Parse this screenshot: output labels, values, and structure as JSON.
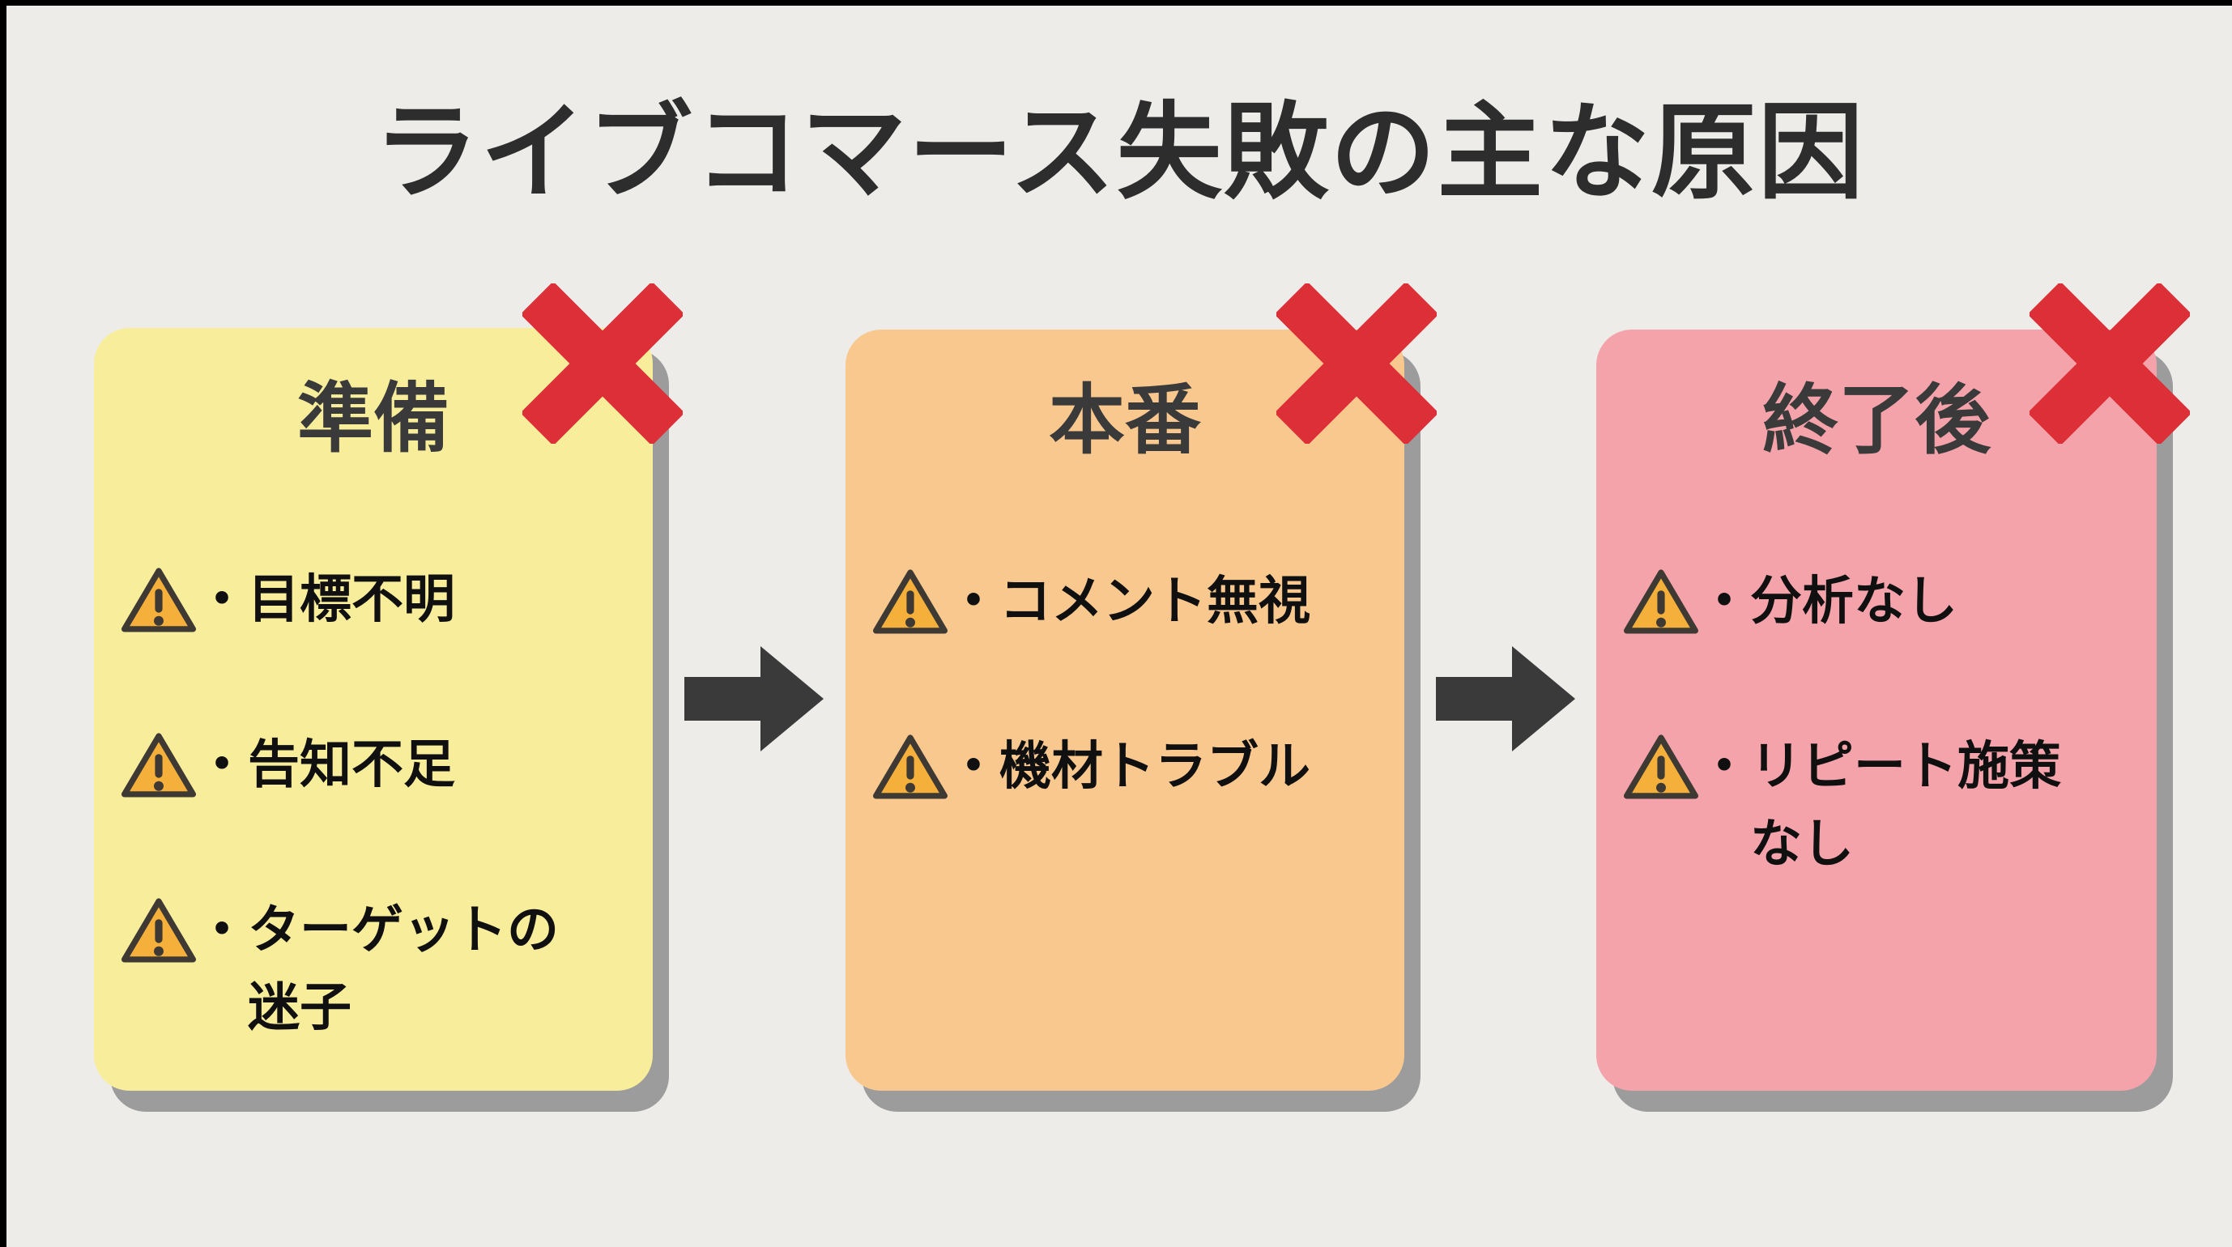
{
  "title": "ライブコマース失敗の主な原因",
  "cards": [
    {
      "title": "準備",
      "bg": "#F8ED9B",
      "items": [
        {
          "label": "・目標不明"
        },
        {
          "label": "・告知不足"
        },
        {
          "label": "・ターゲットの\n迷子"
        }
      ]
    },
    {
      "title": "本番",
      "bg": "#F9C88F",
      "items": [
        {
          "label": "・コメント無視"
        },
        {
          "label": "・機材トラブル"
        }
      ]
    },
    {
      "title": "終了後",
      "bg": "#F5A3AB",
      "items": [
        {
          "label": "・分析なし"
        },
        {
          "label": "・リピート施策\nなし"
        }
      ]
    }
  ],
  "icons": {
    "warning": "warning-triangle",
    "cross": "cross-mark",
    "arrow": "arrow-right"
  },
  "colors": {
    "background": "#EDECE9",
    "card_preparation": "#F8ED9B",
    "card_live": "#F9C88F",
    "card_after": "#F5A3AB",
    "cross_red": "#DC2F37",
    "arrow_gray": "#3A3A3A",
    "warning_fill": "#F5B03C",
    "shadow_gray": "#9C9C9C"
  }
}
